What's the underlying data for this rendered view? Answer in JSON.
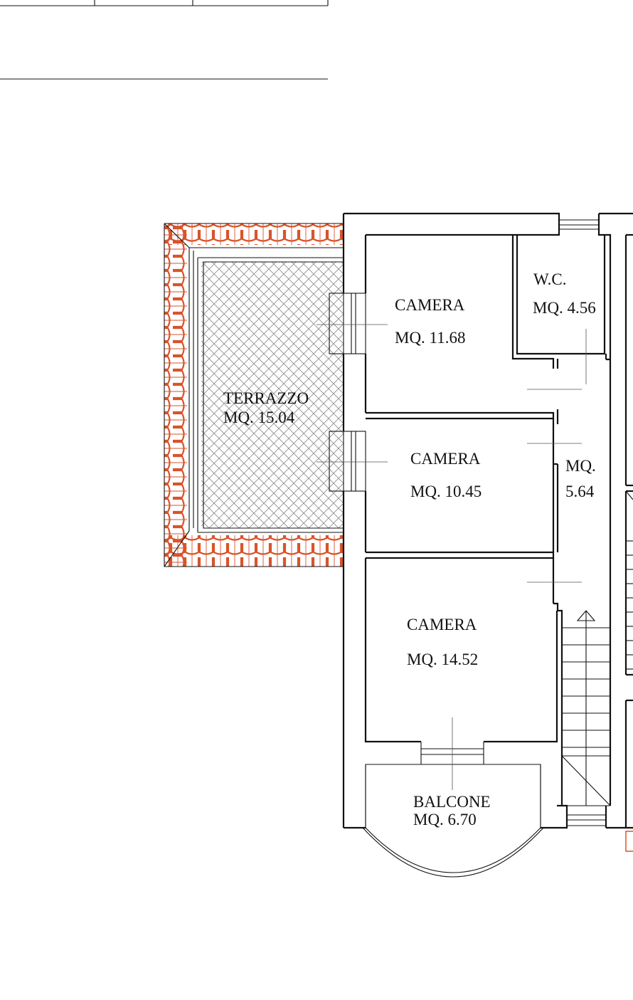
{
  "rooms": {
    "camera_1": {
      "name": "CAMERA",
      "area": "MQ. 11.68"
    },
    "wc": {
      "name": "W.C.",
      "area": "MQ. 4.56"
    },
    "camera_2": {
      "name": "CAMERA",
      "area": "MQ. 10.45"
    },
    "corridor": {
      "name": "MQ.",
      "area": "5.64"
    },
    "camera_3": {
      "name": "CAMERA",
      "area": "MQ. 14.52"
    },
    "terrazzo": {
      "name": "TERRAZZO",
      "area": "MQ. 15.04"
    },
    "balcone": {
      "name": "BALCONE",
      "area": "MQ. 6.70"
    }
  },
  "colors": {
    "roof_tile": "#d9532b",
    "wall": "#111111",
    "hatch": "#888888",
    "background": "#ffffff"
  }
}
